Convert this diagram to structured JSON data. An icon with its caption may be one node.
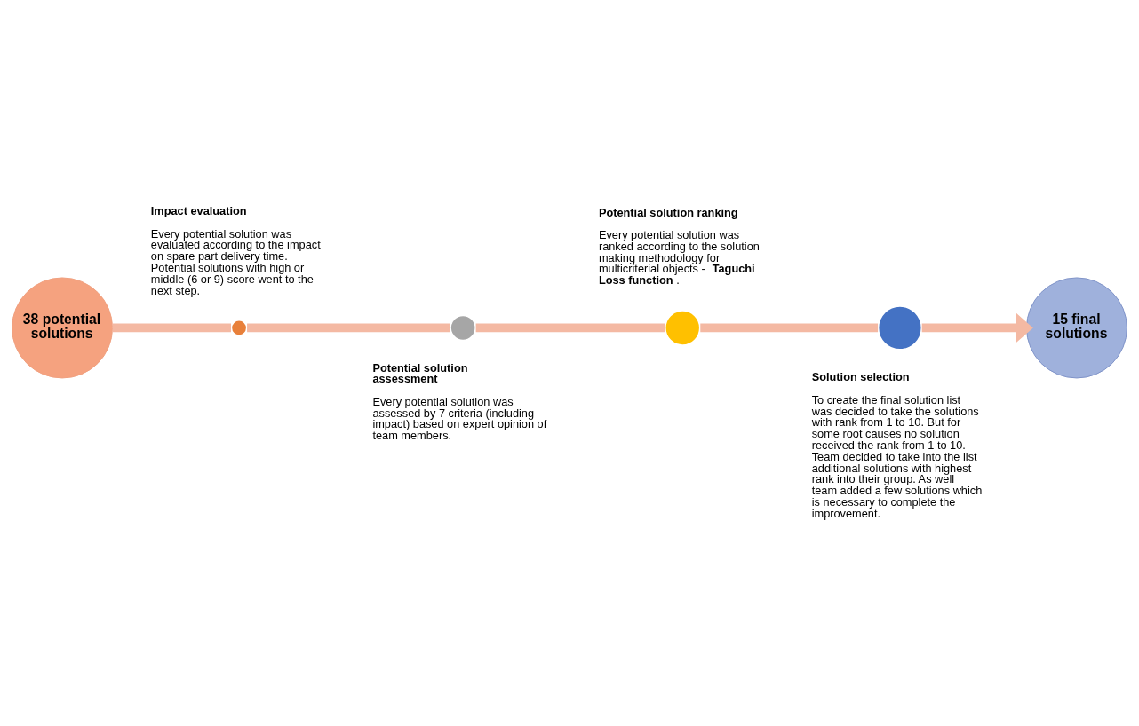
{
  "diagram": {
    "nodes": [
      {
        "text": [
          "38 potential solutions"
        ]
      },
      {
        "text": [],
        "shape": "circle",
        "beside": [
          "Impact evaluation",
          "Every potential solution was evaluated according to the impact on spare part delivery time. Potential solutions with high or middle (6 or 9) score went to the next step."
        ]
      },
      {
        "text": [],
        "shape": "circle",
        "beside": [
          "Potential solution assessment",
          "Every potential solution was assessed by 7 criteria (including impact) based on expert opinion of team members."
        ]
      },
      {
        "text": [],
        "shape": "circle",
        "beside": [
          "Potential solution ranking",
          "Every potential solution was ranked according to the solution making methodology for multicriterial objects - **Taguchi Loss function**."
        ]
      },
      {
        "text": [],
        "shape": "circle",
        "beside": [
          "Solution selection",
          "To create the final solution list was decided to take the solutions with rank from 1 to 10. But for some root causes no solution received the rank from 1 to 10.  Team decided to take into the list additional solutions with highest rank into their group. As well team added a few solutions which is necessary to complete the improvement."
        ]
      },
      {
        "text": [
          "15 final solutions"
        ]
      }
    ],
    "edges": [
      {
        "from": 0,
        "to": 1,
        "arrow": "none"
      },
      {
        "from": 1,
        "to": 2,
        "arrow": "none"
      },
      {
        "from": 2,
        "to": 3,
        "arrow": "none"
      },
      {
        "from": 3,
        "to": 4,
        "arrow": "none"
      },
      {
        "from": 4,
        "to": 5,
        "arrow": "to"
      }
    ]
  }
}
